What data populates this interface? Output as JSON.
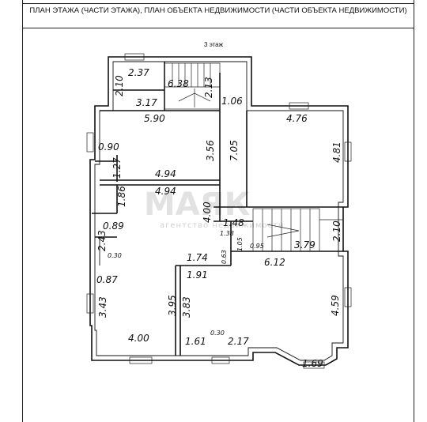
{
  "header": {
    "title": "ПЛАН ЭТАЖА (ЧАСТИ ЭТАЖА), ПЛАН ОБЪЕКТА НЕДВИЖИМОСТИ (ЧАСТИ ОБЪЕКТА НЕДВИЖИМОСТИ)"
  },
  "floor": {
    "label": "3 этаж"
  },
  "watermark": {
    "brand": "МАЯК",
    "tagline": "агентство недвижимости"
  },
  "dimensions": {
    "d_2_37": "2.37",
    "d_2_10_top": "2.10",
    "d_6_38": "6.38",
    "d_2_13": "2.13",
    "d_3_17": "3.17",
    "d_1_06": "1.06",
    "d_5_90": "5.90",
    "d_3_56": "3.56",
    "d_7_05": "7.05",
    "d_4_76": "4.76",
    "d_4_81": "4.81",
    "d_0_90": "0.90",
    "d_1_27": "1.27",
    "d_4_94_a": "4.94",
    "d_4_94_b": "4.94",
    "d_1_86": "1.86",
    "d_4_00_v": "4.00",
    "d_1_48": "1.48",
    "d_1_38": "1.38",
    "d_1_05": "1.05",
    "d_0_95": "0.95",
    "d_3_79": "3.79",
    "d_2_10_right": "2.10",
    "d_0_89": "0.89",
    "d_2_43": "2.43",
    "d_0_30_a": "0.30",
    "d_1_74": "1.74",
    "d_0_63": "0.63",
    "d_6_12": "6.12",
    "d_1_91": "1.91",
    "d_0_87": "0.87",
    "d_3_95": "3.95",
    "d_3_83": "3.83",
    "d_4_59": "4.59",
    "d_3_43": "3.43",
    "d_4_00_h": "4.00",
    "d_1_61": "1.61",
    "d_0_30_b": "0.30",
    "d_2_17": "2.17",
    "d_1_69": "1.69"
  }
}
